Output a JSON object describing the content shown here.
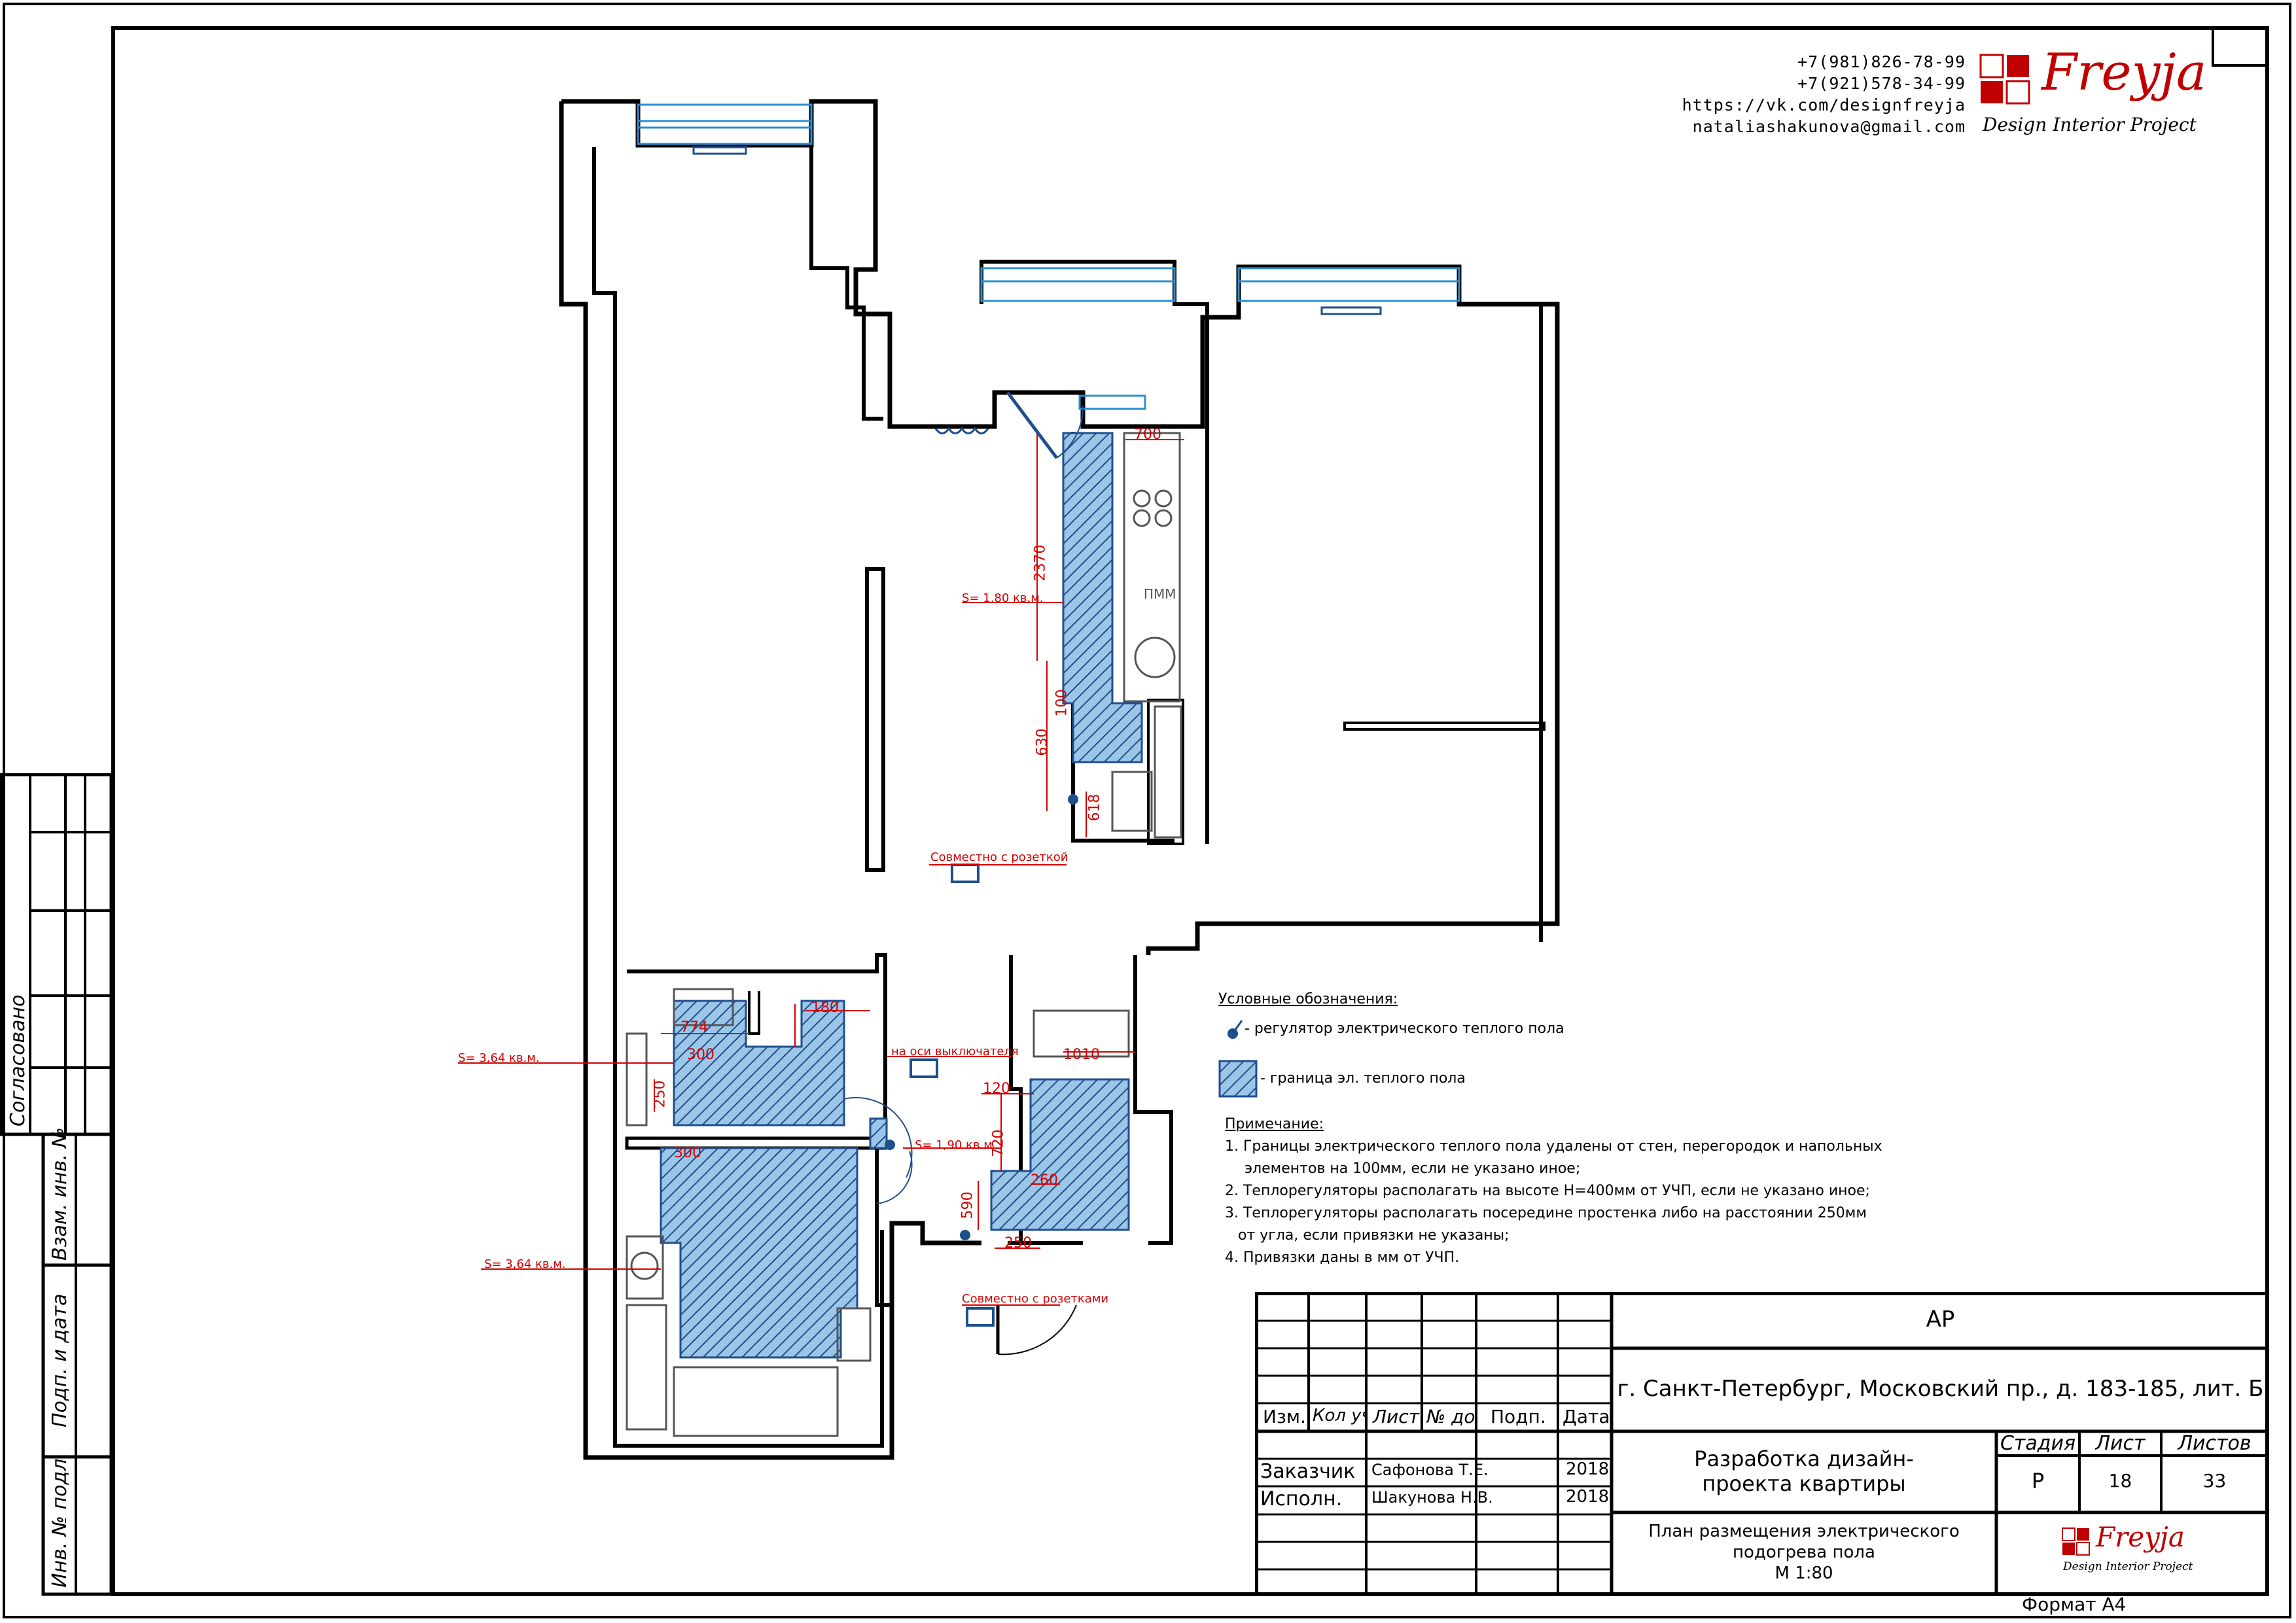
{
  "contacts": {
    "phone1": "+7(981)826-78-99",
    "phone2": "+7(921)578-34-99",
    "vk": "https://vk.com/designfreyja",
    "email": "nataliashakunova@gmail.com"
  },
  "logo": {
    "name": "Freyja",
    "tagline": "Design Interior Project"
  },
  "side_strip": {
    "agreed": "Согласовано",
    "inv_exchange": "Взам. инв. №",
    "sign_date": "Подп. и дата",
    "inv_original": "Инв. № подл."
  },
  "floor_plan": {
    "dims": {
      "d700": "700",
      "d2370": "2370",
      "d100": "100",
      "d630": "630",
      "d618": "618",
      "d774": "774",
      "d180": "180",
      "d300": "300",
      "d250a": "250",
      "d300b": "300",
      "d120": "120",
      "d720": "720",
      "d1010": "1010",
      "d260": "260",
      "d590": "590",
      "d250b": "250"
    },
    "areas": {
      "kitchen": "S= 1,80 кв.м.",
      "bath1": "S= 3,64 кв.м.",
      "bath2": "S= 3,64 кв.м.",
      "hall": "S= 1,90 кв.м."
    },
    "notes": {
      "with_socket": "Совместно с розеткой",
      "on_switch_axis": "на оси выключателя",
      "with_sockets": "Совместно с розетками"
    },
    "appliance": "ПММ"
  },
  "legend": {
    "title": "Условные обозначения:",
    "regulator": "- регулятор электрического теплого пола",
    "boundary": "- граница эл. теплого пола"
  },
  "remarks": {
    "title": "Примечание:",
    "items": [
      "1. Границы электрического теплого пола удалены от стен, перегородок и напольных",
      "элементов на 100мм, если не указано иное;",
      "2. Теплорегуляторы располагать на высоте Н=400мм от УЧП, если не указано иное;",
      "3. Теплорегуляторы располагать посередине простенка либо на расстоянии 250мм",
      "от угла, если привязки не указаны;",
      "4. Привязки даны в мм от УЧП."
    ]
  },
  "stamp": {
    "code": "АР",
    "address": "г. Санкт-Петербург, Московский пр., д. 183-185, лит. Б",
    "headers": {
      "izm": "Изм.",
      "kol": "Кол уч",
      "list": "Лист",
      "doc": "№ док",
      "podp": "Подп.",
      "date": "Дата"
    },
    "customer_label": "Заказчик",
    "customer_name": "Сафонова Т.Е.",
    "customer_year": "2018",
    "executor_label": "Исполн.",
    "executor_name": "Шакунова Н.В.",
    "executor_year": "2018",
    "project_title": "Разработка дизайн-\nпроекта квартиры",
    "stage_label": "Стадия",
    "sheet_label": "Лист",
    "sheets_label": "Листов",
    "stage": "Р",
    "sheet": "18",
    "sheets": "33",
    "drawing_title": "План размещения электрического\nподогрева пола\nМ 1:80",
    "format": "Формат А4"
  }
}
